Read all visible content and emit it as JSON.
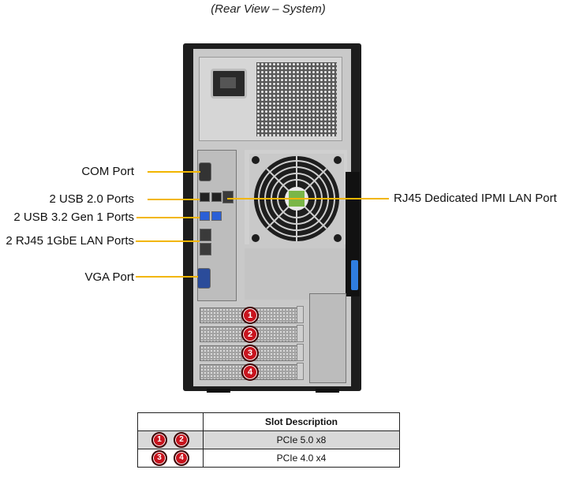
{
  "caption": "(Rear View – System)",
  "labels": {
    "com_port": "COM Port",
    "usb2": "2 USB 2.0 Ports",
    "usb3": "2 USB 3.2 Gen 1 Ports",
    "rj45_lan": "2 RJ45 1GbE LAN Ports",
    "vga": "VGA Port",
    "ipmi": "RJ45 Dedicated IPMI LAN Port"
  },
  "slot_numbers": [
    "1",
    "2",
    "3",
    "4"
  ],
  "table": {
    "header": "Slot Description",
    "rows": [
      {
        "slots": [
          "1",
          "2"
        ],
        "description": "PCIe 5.0 x8"
      },
      {
        "slots": [
          "3",
          "4"
        ],
        "description": "PCIe 4.0 x4"
      }
    ]
  },
  "colors": {
    "leader_line": "#f2b600",
    "slot_badge": "#c8141e",
    "usb3_port": "#2a5fd6"
  }
}
